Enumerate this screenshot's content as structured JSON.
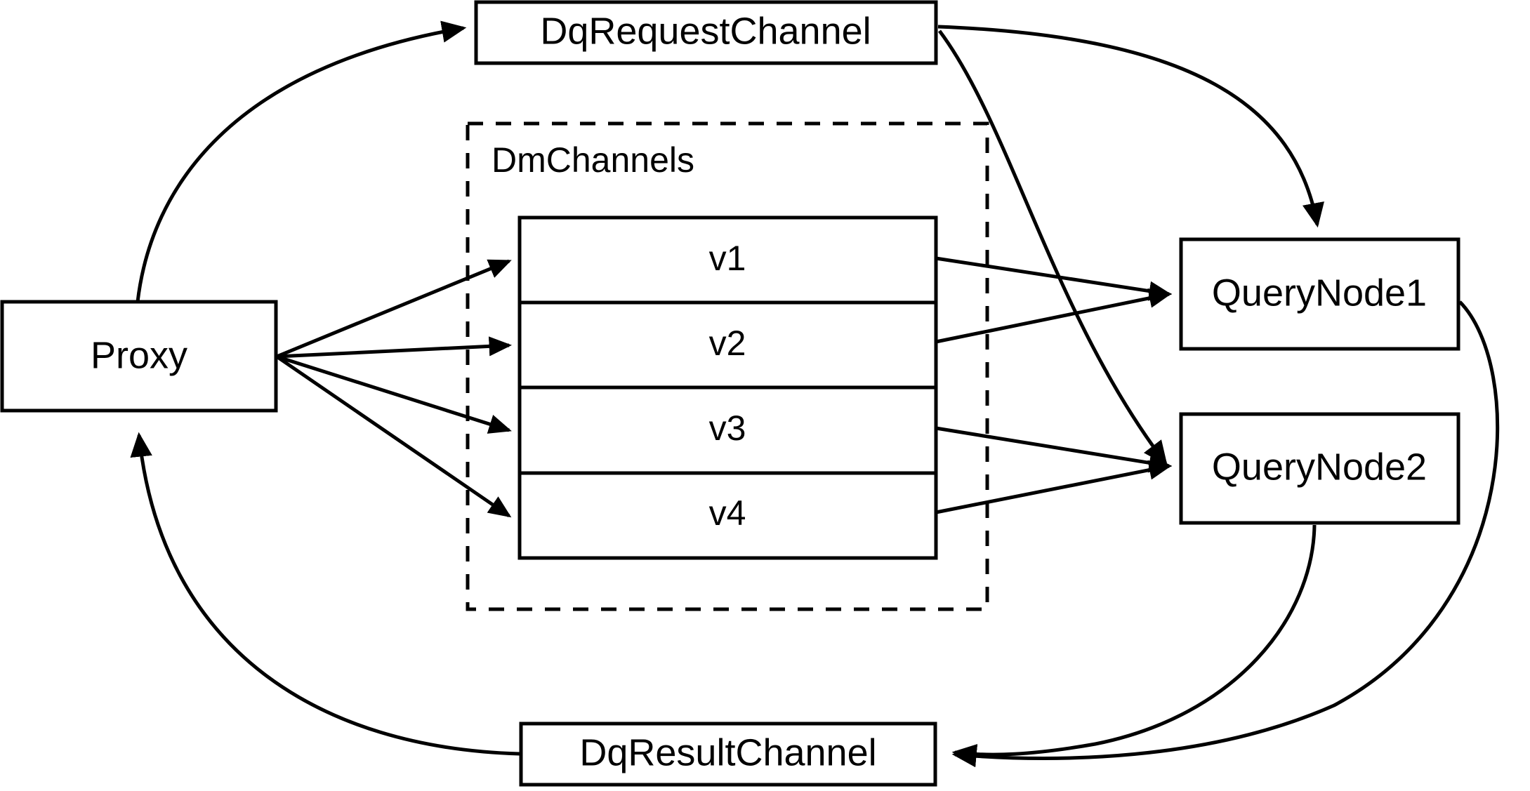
{
  "diagram": {
    "title": "Milvus distributed query data flow",
    "background_color": "#ffffff",
    "stroke_color": "#000000",
    "nodes": {
      "proxy": {
        "label": "Proxy"
      },
      "dq_request_channel": {
        "label": "DqRequestChannel"
      },
      "dq_result_channel": {
        "label": "DqResultChannel"
      },
      "query_node_1": {
        "label": "QueryNode1"
      },
      "query_node_2": {
        "label": "QueryNode2"
      },
      "dm_channels_group": {
        "label": "DmChannels"
      }
    },
    "channels": [
      {
        "label": "v1"
      },
      {
        "label": "v2"
      },
      {
        "label": "v3"
      },
      {
        "label": "v4"
      }
    ],
    "edges": [
      {
        "from": "Proxy",
        "to": "DqRequestChannel",
        "style": "curved",
        "arrow": true
      },
      {
        "from": "DqRequestChannel",
        "to": "QueryNode1",
        "style": "curved",
        "arrow": true
      },
      {
        "from": "DqRequestChannel",
        "to": "QueryNode2",
        "style": "curved",
        "arrow": true
      },
      {
        "from": "Proxy",
        "to": "v1",
        "style": "straight",
        "arrow": true
      },
      {
        "from": "Proxy",
        "to": "v2",
        "style": "straight",
        "arrow": true
      },
      {
        "from": "Proxy",
        "to": "v3",
        "style": "straight",
        "arrow": true
      },
      {
        "from": "Proxy",
        "to": "v4",
        "style": "straight",
        "arrow": true
      },
      {
        "from": "v1",
        "to": "QueryNode1",
        "style": "straight",
        "arrow": true
      },
      {
        "from": "v2",
        "to": "QueryNode1",
        "style": "straight",
        "arrow": true
      },
      {
        "from": "v3",
        "to": "QueryNode2",
        "style": "straight",
        "arrow": true
      },
      {
        "from": "v4",
        "to": "QueryNode2",
        "style": "straight",
        "arrow": true
      },
      {
        "from": "QueryNode1",
        "to": "DqResultChannel",
        "style": "curved",
        "arrow": true
      },
      {
        "from": "QueryNode2",
        "to": "DqResultChannel",
        "style": "curved",
        "arrow": true
      },
      {
        "from": "DqResultChannel",
        "to": "Proxy",
        "style": "curved",
        "arrow": true
      }
    ]
  }
}
